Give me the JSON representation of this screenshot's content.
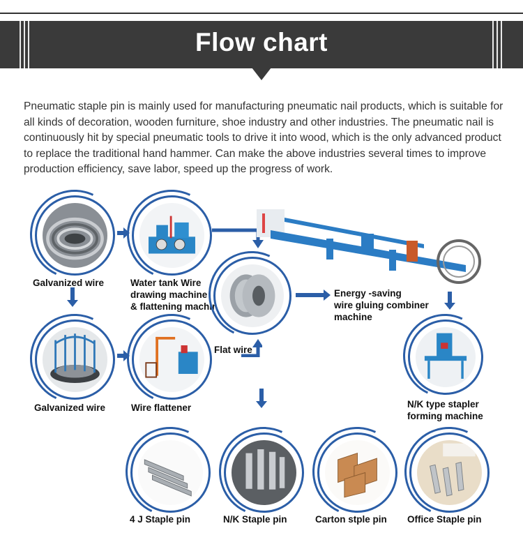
{
  "banner": {
    "title": "Flow chart"
  },
  "intro": "Pneumatic staple pin is mainly used for manufacturing pneumatic nail products, which is suitable for all kinds of decoration, wooden furniture, shoe industry and other industries. The pneumatic nail is continuously hit by special pneumatic tools to drive it into wood, which is the only advanced product to replace the traditional hand hammer. Can make the above industries several times to improve production efficiency, save labor, speed up the progress of work.",
  "steps": {
    "galvanized_wire_1": "Galvanized wire",
    "water_tank_1": "Water tank Wire",
    "water_tank_2": "drawing machine",
    "water_tank_3": "& flattening machine",
    "galvanized_wire_2": "Galvanized wire",
    "wire_flattener": "Wire flattener",
    "flat_wire": "Flat wire",
    "energy_1": "Energy -saving",
    "energy_2": "wire gluing combiner",
    "energy_3": "machine",
    "nk_machine_1": "N/K type stapler",
    "nk_machine_2": "forming machine"
  },
  "products": {
    "p1": "4 J Staple pin",
    "p2": "N/K Staple pin",
    "p3": "Carton stple pin",
    "p4": "Office Staple pin"
  },
  "colors": {
    "accent": "#2b5ea7",
    "banner": "#3a3a3a"
  }
}
